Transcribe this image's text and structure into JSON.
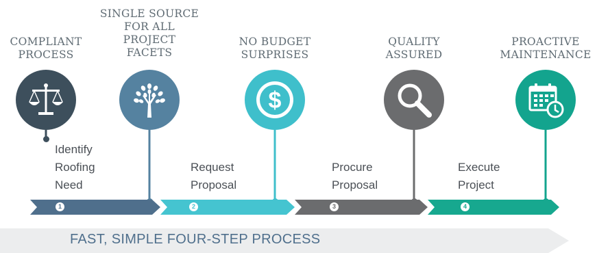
{
  "benefits": [
    {
      "label": "COMPLIANT\nPROCESS",
      "icon": "scales-icon",
      "color": "#3d4f5c"
    },
    {
      "label": "SINGLE SOURCE\nFOR ALL\nPROJECT\nFACETS",
      "icon": "tree-icon",
      "color": "#5582a0"
    },
    {
      "label": "NO BUDGET\nSURPRISES",
      "icon": "dollar-icon",
      "color": "#3fbfcb"
    },
    {
      "label": "QUALITY\nASSURED",
      "icon": "magnifier-icon",
      "color": "#6b6c6e"
    },
    {
      "label": "PROACTIVE\nMAINTENANCE",
      "icon": "calendar-icon",
      "color": "#13a48e"
    }
  ],
  "steps": [
    {
      "number": "1",
      "text": "Identify\nRoofing\nNeed",
      "color": "#4f6f8c"
    },
    {
      "number": "2",
      "text": "Request\nProposal",
      "color": "#45c4d0"
    },
    {
      "number": "3",
      "text": "Procure\nProposal",
      "color": "#6b6c6e"
    },
    {
      "number": "4",
      "text": "Execute\nProject",
      "color": "#17a88f"
    }
  ],
  "footer": {
    "title": "FAST, SIMPLE FOUR-STEP PROCESS"
  }
}
